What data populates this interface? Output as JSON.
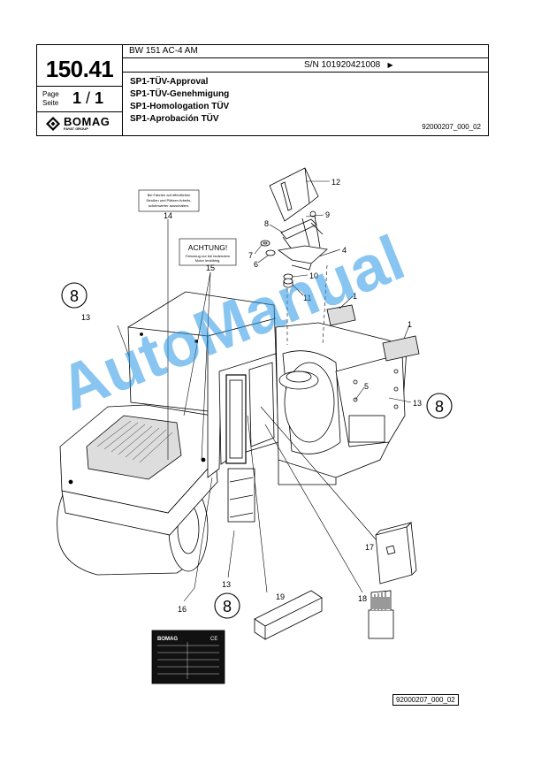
{
  "header": {
    "model": "BW 151 AC-4 AM",
    "serial": "S/N 101920421008",
    "serial_arrow": "▶",
    "doc_number": "150.41",
    "page_label": "Page",
    "seite_label": "Seite",
    "page_current": "1",
    "page_sep": "/",
    "page_total": "1",
    "brand_name": "BOMAG",
    "brand_sub": "FAYAT GROUP",
    "titles": [
      "SP1-TÜV-Approval",
      "SP1-TÜV-Genehmigung",
      "SP1-Homologation TÜV",
      "SP1-Aprobación TÜV"
    ],
    "drawing_code": "92000207_000_02"
  },
  "drawing": {
    "sticker_14_text": [
      "Bei Fahrten auf öffentlichen",
      "Straßen und Plätzen Arbeits-",
      "scheinwerfer ausschalten."
    ],
    "sticker_15_title": "ACHTUNG!",
    "sticker_15_text": [
      "Fahrzeug nur bei laufendem",
      "Motor lenkfähig."
    ],
    "callouts": [
      "12",
      "9",
      "8",
      "7",
      "6",
      "4",
      "10",
      "11",
      "1",
      "1",
      "5",
      "13",
      "17",
      "18",
      "19",
      "16",
      "13",
      "14",
      "15",
      "13"
    ],
    "circled_8": "8",
    "plate_brand": "BOMAG",
    "plate_ce": "CE",
    "watermark": "AutoManual"
  },
  "footer": {
    "drawing_code": "92000207_000_02"
  },
  "colors": {
    "ink": "#000000",
    "watermark": "#2896e6"
  }
}
